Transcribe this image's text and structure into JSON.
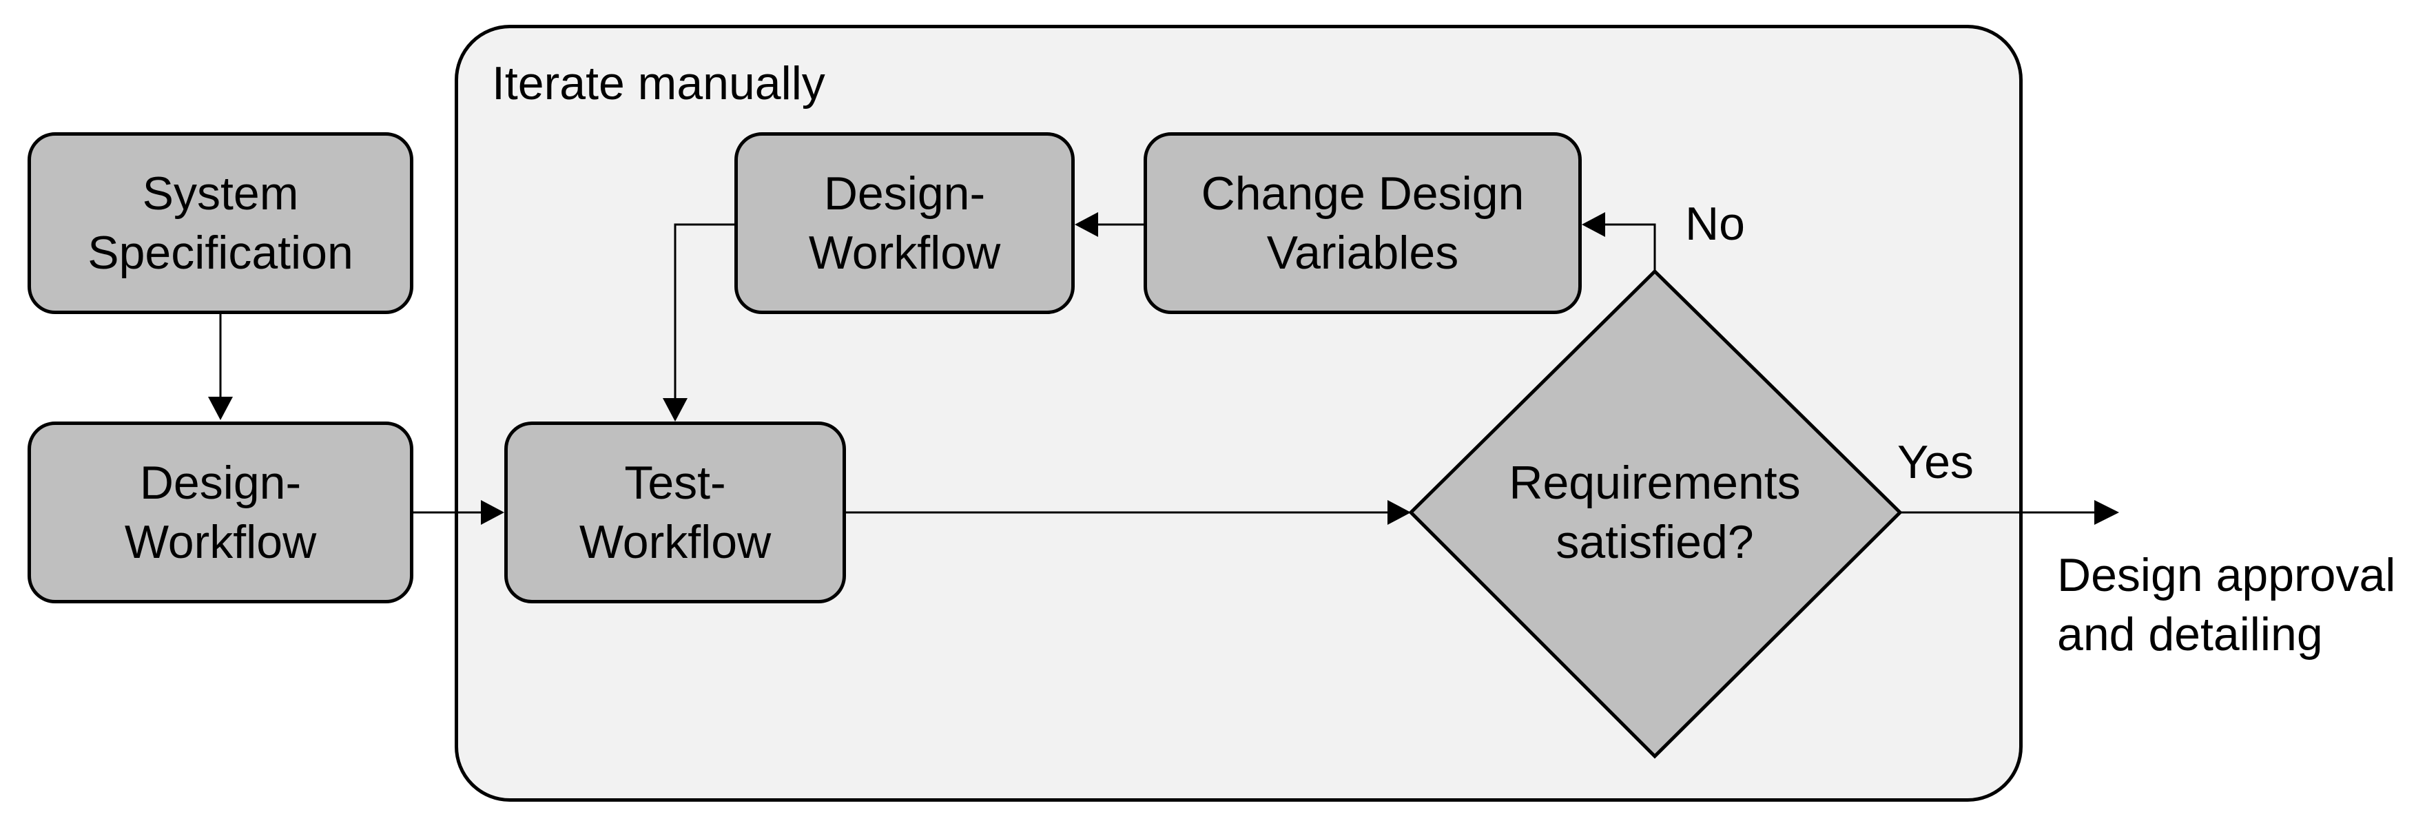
{
  "frame": {
    "title": "Iterate manually"
  },
  "nodes": {
    "system_spec": "System\nSpecification",
    "design_workflow_left": "Design-\nWorkflow",
    "design_workflow_top": "Design-\nWorkflow",
    "change_design_vars": "Change Design\nVariables",
    "test_workflow": "Test-\nWorkflow",
    "decision": "Requirements\nsatisfied?"
  },
  "edge_labels": {
    "no": "No",
    "yes": "Yes",
    "outcome": "Design approval\nand detailing"
  },
  "colors": {
    "box_fill": "#bfbfbf",
    "frame_fill": "#f2f2f2",
    "stroke": "#000000"
  }
}
